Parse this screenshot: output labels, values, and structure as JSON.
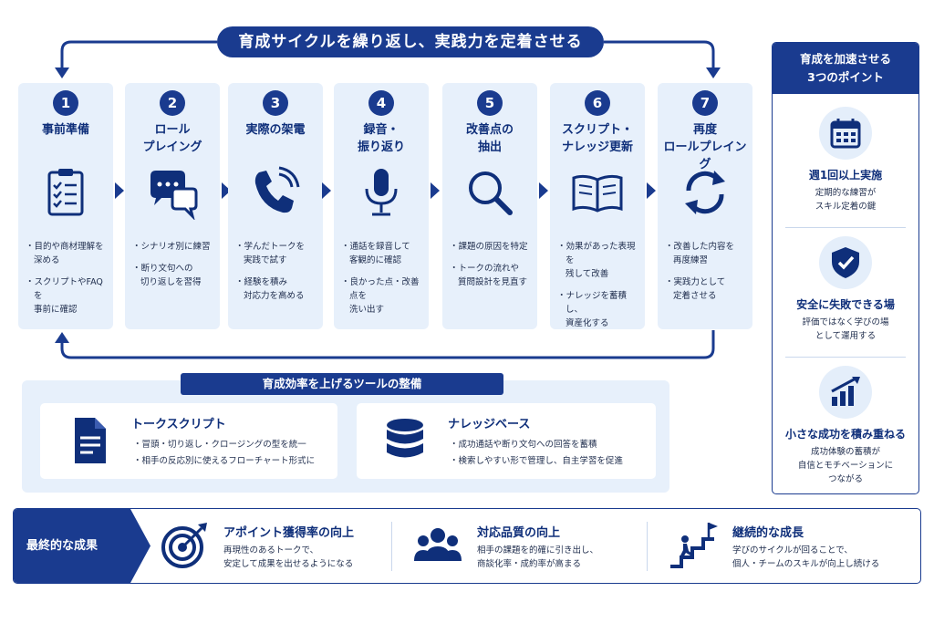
{
  "cycle_title": "育成サイクルを繰り返し、実践力を定着させる",
  "steps": [
    {
      "num": "1",
      "title": "事前準備",
      "icon": "clipboard-checklist-icon",
      "bullets": [
        "・目的や商材理解を\n深める",
        "・スクリプトやFAQを\n事前に確認"
      ]
    },
    {
      "num": "2",
      "title": "ロール\nプレイング",
      "icon": "chat-bubbles-icon",
      "bullets": [
        "・シナリオ別に練習",
        "・断り文句への\n切り返しを習得"
      ]
    },
    {
      "num": "3",
      "title": "実際の架電",
      "icon": "phone-call-icon",
      "bullets": [
        "・学んだトークを\n実践で試す",
        "・経験を積み\n対応力を高める"
      ]
    },
    {
      "num": "4",
      "title": "録音・\n振り返り",
      "icon": "microphone-icon",
      "bullets": [
        "・通話を録音して\n客観的に確認",
        "・良かった点・改善点を\n洗い出す"
      ]
    },
    {
      "num": "5",
      "title": "改善点の\n抽出",
      "icon": "magnifier-icon",
      "bullets": [
        "・課題の原因を特定",
        "・トークの流れや\n質問設計を見直す"
      ]
    },
    {
      "num": "6",
      "title": "スクリプト・\nナレッジ更新",
      "icon": "open-book-icon",
      "bullets": [
        "・効果があった表現を\n残して改善",
        "・ナレッジを蓄積し、\n資産化する"
      ]
    },
    {
      "num": "7",
      "title": "再度\nロールプレイング",
      "icon": "refresh-cycle-icon",
      "bullets": [
        "・改善した内容を\n再度練習",
        "・実践力として\n定着させる"
      ]
    }
  ],
  "tools": {
    "title": "育成効率を上げるツールの整備",
    "items": [
      {
        "title": "トークスクリプト",
        "icon": "document-icon",
        "bullets": [
          "・冒頭・切り返し・クロージングの型を統一",
          "・相手の反応別に使えるフローチャート形式に"
        ]
      },
      {
        "title": "ナレッジベース",
        "icon": "database-icon",
        "bullets": [
          "・成功通話や断り文句への回答を蓄積",
          "・検索しやすい形で管理し、自主学習を促進"
        ]
      }
    ]
  },
  "points": {
    "title": "育成を加速させる\n3つのポイント",
    "items": [
      {
        "title": "週1回以上実施",
        "desc": "定期的な練習が\nスキル定着の鍵",
        "icon": "calendar-icon"
      },
      {
        "title": "安全に失敗できる場",
        "desc": "評価ではなく学びの場\nとして運用する",
        "icon": "shield-check-icon"
      },
      {
        "title": "小さな成功を積み重ねる",
        "desc": "成功体験の蓄積が\n自信とモチベーションに\nつながる",
        "icon": "growth-chart-icon"
      }
    ]
  },
  "results": {
    "label": "最終的な成果",
    "items": [
      {
        "title": "アポイント獲得率の向上",
        "desc": "再現性のあるトークで、\n安定して成果を出せるようになる",
        "icon": "target-icon"
      },
      {
        "title": "対応品質の向上",
        "desc": "相手の課題を的確に引き出し、\n商談化率・成約率が高まる",
        "icon": "team-icon"
      },
      {
        "title": "継続的な成長",
        "desc": "学びのサイクルが回ることで、\n個人・チームのスキルが向上し続ける",
        "icon": "stairs-flag-icon"
      }
    ]
  },
  "colors": {
    "primary": "#1a3b8f",
    "card_bg": "#e7f0fb",
    "text": "#1f2d4d"
  }
}
